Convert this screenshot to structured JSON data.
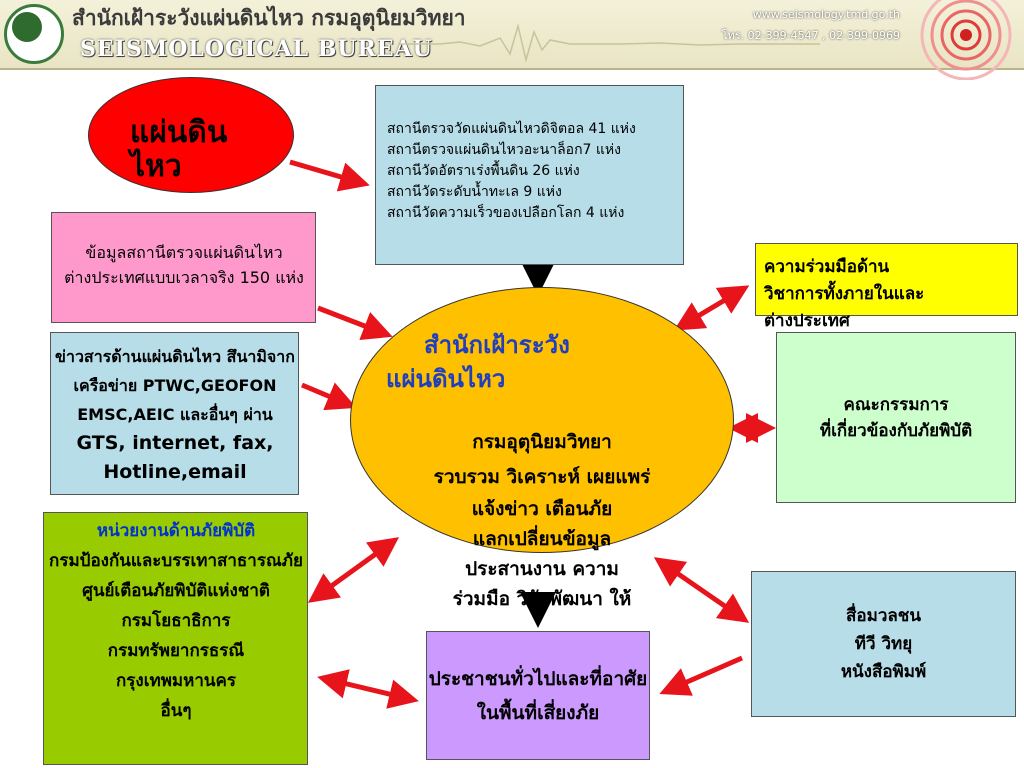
{
  "header": {
    "thai_title": "สำนักเฝ้าระวังแผ่นดินไหว กรมอุตุนิยมวิทยา",
    "english_title": "SEISMOLOGICAL BUREAU",
    "website": "www.seismology.tmd.go.th",
    "phone": "โทร. 02-399-4547 , 02-399-0969"
  },
  "earthquake_oval": {
    "line1": "แผ่นดิน",
    "line2": "ไหว",
    "color": "#ff0000"
  },
  "stations_box": {
    "lines": [
      "สถานีตรวจวัดแผ่นดินไหวดิจิตอล 41 แห่ง",
      "สถานีตรวจแผ่นดินไหวอะนาล็อก7 แห่ง",
      "สถานีวัดอัตราเร่งพื้นดิน 26 แห่ง",
      "สถานีวัดระดับน้ำทะเล 9 แห่ง",
      "สถานีวัดความเร็วของเปลือกโลก 4 แห่ง"
    ],
    "color": "#b7dde8"
  },
  "foreign_stations_box": {
    "lines": [
      "ข้อมูลสถานีตรวจแผ่นดินไหว",
      "ต่างประเทศแบบเวลาจริง 150 แห่ง"
    ],
    "color": "#ff99cc"
  },
  "news_box": {
    "lines": [
      "ข่าวสารด้านแผ่นดินไหว สึนามิจาก",
      "เครือข่าย PTWC,GEOFON",
      "EMSC,AEIC และอื่นๆ ผ่าน",
      "GTS, internet, fax,",
      "Hotline,email"
    ],
    "color": "#b7dde8"
  },
  "center_ellipse": {
    "title_line1": "สำนักเฝ้าระวัง",
    "title_line2": "แผ่นดินไหว",
    "dept": "กรมอุตุนิยมวิทยา",
    "duty_line1": "รวบรวม วิเคราะห์ เผยแพร่",
    "duty_line2": "แจ้งข่าว    เตือนภัย",
    "duty_line3": "แลกเปลี่ยนข้อมูล",
    "duty_line4": "ประสานงาน               ความ",
    "duty_line5": "ร่วมมือ วิจัยพัฒนา ให้",
    "color": "#ffc000"
  },
  "cooperation_box": {
    "lines": [
      "ความร่วมมือด้าน",
      "วิชาการทั้งภายในและ",
      "ต่างประเทศ"
    ],
    "color": "#ffff00"
  },
  "committee_box": {
    "lines": [
      "คณะกรรมการ",
      "ที่เกี่ยวข้องกับภัยพิบัติ"
    ],
    "color": "#ccffcc"
  },
  "disaster_agencies_box": {
    "title": "หน่วยงานด้านภัยพิบัติ",
    "lines": [
      "กรมป้องกันและบรรเทาสาธารณภัย",
      "ศูนย์เตือนภัยพิบัติแห่งชาติ",
      "กรมโยธาธิการ",
      "กรมทรัพยากรธรณี",
      "กรุงเทพมหานคร",
      "อื่นๆ"
    ],
    "color": "#99cc00",
    "title_color": "#0033cc"
  },
  "media_box": {
    "lines": [
      "สื่อมวลชน",
      "ทีวี วิทยุ",
      "หนังสือพิมพ์"
    ],
    "color": "#b7dde8"
  },
  "public_box": {
    "lines": [
      "ประชาชนทั่วไปและที่อาศัย",
      "ในพื้นที่เสี่ยงภัย"
    ],
    "color": "#cc99ff"
  },
  "arrow_color": "#e8141c"
}
